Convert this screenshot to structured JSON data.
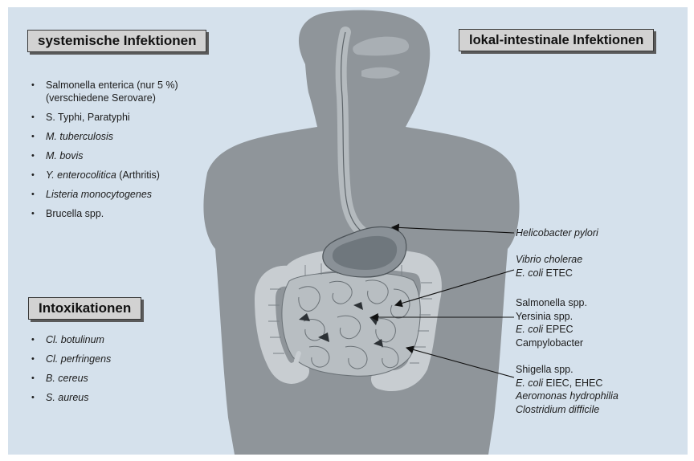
{
  "boxes": {
    "systemic_title": "systemische Infektionen",
    "local_title": "lokal-intestinale Infektionen",
    "intox_title": "Intoxikationen"
  },
  "systemic_items": [
    {
      "line1": "Salmonella enterica (nur 5 %)",
      "line2": "(verschiedene Serovare)",
      "italic": false
    },
    {
      "line1": "S. Typhi, Paratyphi",
      "italic": false
    },
    {
      "name": "M. tuberculosis",
      "italic": true
    },
    {
      "name": "M. bovis",
      "italic": true
    },
    {
      "name": "Y. enterocolitica",
      "suffix": "(Arthritis)",
      "italic": true
    },
    {
      "name": "Listeria monocytogenes",
      "italic": true
    },
    {
      "line1": "Brucella spp.",
      "italic": false
    }
  ],
  "intox_items": [
    "Cl. botulinum",
    "Cl. perfringens",
    "B. cereus",
    "S. aureus"
  ],
  "pathogen_labels": {
    "stomach": "Helicobacter pylori",
    "small_intestine": {
      "l1": "Vibrio cholerae",
      "l2a": "E. coli",
      "l2b": "ETEC"
    },
    "ileum": {
      "l1": "Salmonella spp.",
      "l2": "Yersinia spp.",
      "l3a": "E. coli",
      "l3b": "EPEC",
      "l4": "Campylobacter"
    },
    "colon": {
      "l1": "Shigella spp.",
      "l2a": "E. coli",
      "l2b": "EIEC, EHEC",
      "l3": "Aeromonas hydrophilia",
      "l4": "Clostridium difficile"
    }
  },
  "colors": {
    "background": "#d5e1ec",
    "body_silhouette": "#8f959a",
    "organ_fill": "#b8bec2",
    "stomach_inner": "#6f777d",
    "box_fill": "#d2d2d2"
  }
}
